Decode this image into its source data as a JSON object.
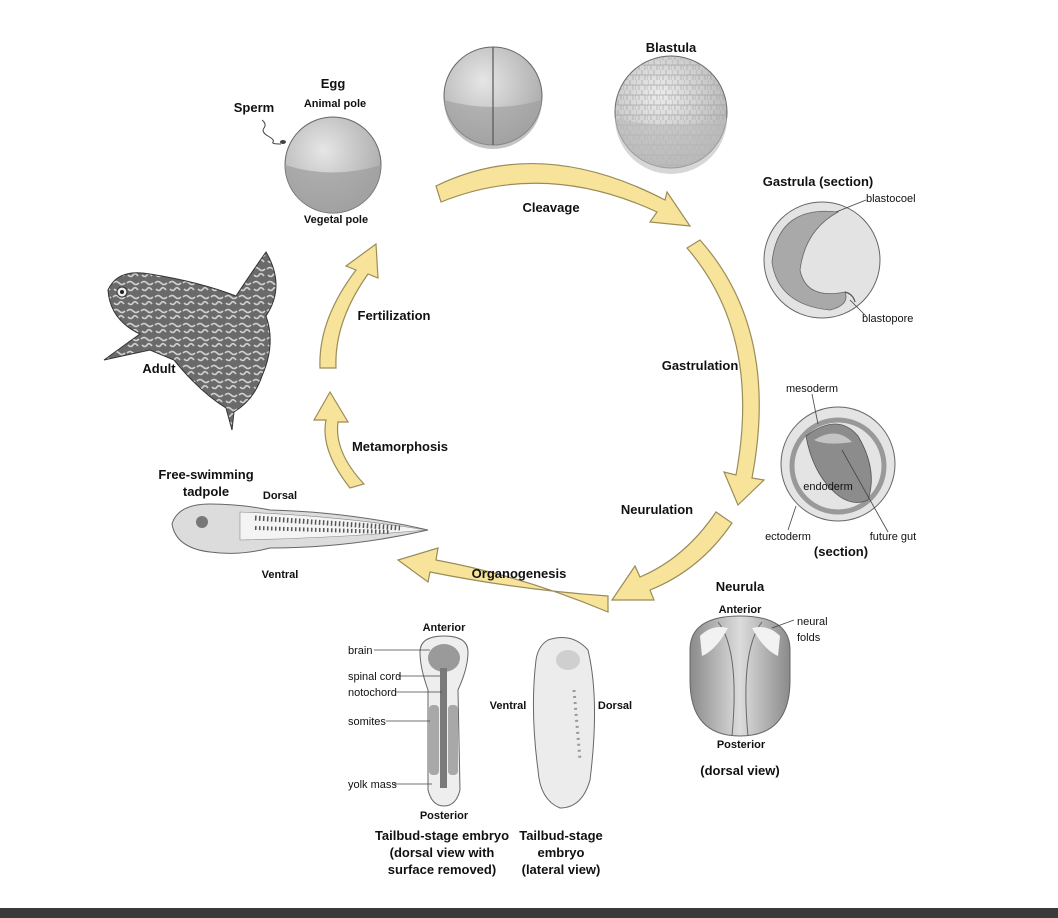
{
  "stages": {
    "egg": "Egg",
    "animal_pole": "Animal pole",
    "vegetal_pole": "Vegetal pole",
    "sperm": "Sperm",
    "blastula": "Blastula",
    "gastrula": "Gastrula (section)",
    "blastocoel": "blastocoel",
    "blastopore": "blastopore",
    "mesoderm": "mesoderm",
    "endoderm": "endoderm",
    "ectoderm": "ectoderm",
    "future_gut": "future gut",
    "section": "(section)",
    "neurula": "Neurula",
    "neurula_anterior": "Anterior",
    "neural_folds_1": "neural",
    "neural_folds_2": "folds",
    "neurula_posterior": "Posterior",
    "dorsal_view": "(dorsal view)",
    "tailbud_anterior": "Anterior",
    "brain": "brain",
    "spinal_cord": "spinal cord",
    "notochord": "notochord",
    "somites": "somites",
    "yolk_mass": "yolk mass",
    "tailbud_posterior": "Posterior",
    "tailbud_dorsal_1": "Tailbud-stage embryo",
    "tailbud_dorsal_2": "(dorsal view with",
    "tailbud_dorsal_3": "surface removed)",
    "lateral_ventral": "Ventral",
    "lateral_dorsal": "Dorsal",
    "tailbud_lateral_1": "Tailbud-stage",
    "tailbud_lateral_2": "embryo",
    "tailbud_lateral_3": "(lateral view)",
    "tadpole_1": "Free-swimming",
    "tadpole_2": "tadpole",
    "tadpole_dorsal": "Dorsal",
    "tadpole_ventral": "Ventral",
    "adult": "Adult"
  },
  "processes": {
    "cleavage": "Cleavage",
    "gastrulation": "Gastrulation",
    "neurulation": "Neurulation",
    "organogenesis": "Organogenesis",
    "metamorphosis": "Metamorphosis",
    "fertilization": "Fertilization"
  },
  "colors": {
    "arrow_fill": "#f7e49a",
    "arrow_stroke": "#9a8c5a",
    "egg_light": "#d4d4d4",
    "egg_dark": "#9a9a9a",
    "frog_dark": "#555555",
    "frog_light": "#c8c8c8"
  }
}
